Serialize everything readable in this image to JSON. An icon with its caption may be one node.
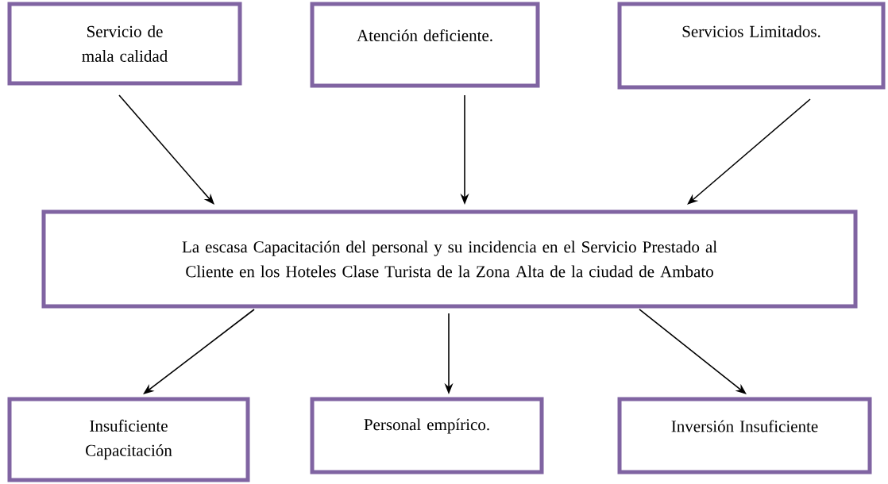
{
  "diagram": {
    "nodes": [
      {
        "text": [
          "Servicio de mala calidad"
        ]
      },
      {
        "text": [
          "Atención deficiente."
        ]
      },
      {
        "text": [
          "Servicios Limitados."
        ]
      },
      {
        "text": [
          "La escasa Capacitación del personal y su incidencia en el Servicio Prestado al Cliente en los Hoteles Clase Turista de la Zona Alta de la ciudad de Ambato"
        ]
      },
      {
        "text": [
          "Insuficiente Capacitación"
        ]
      },
      {
        "text": [
          "Personal empírico."
        ]
      },
      {
        "text": [
          "Inversión Insuficiente"
        ]
      }
    ],
    "edges": [
      {
        "from": 0,
        "to": 3,
        "arrow": "to"
      },
      {
        "from": 1,
        "to": 3,
        "arrow": "to"
      },
      {
        "from": 2,
        "to": 3,
        "arrow": "to"
      },
      {
        "from": 3,
        "to": 4,
        "arrow": "to"
      },
      {
        "from": 3,
        "to": 5,
        "arrow": "to"
      },
      {
        "from": 3,
        "to": 6,
        "arrow": "to"
      }
    ]
  }
}
